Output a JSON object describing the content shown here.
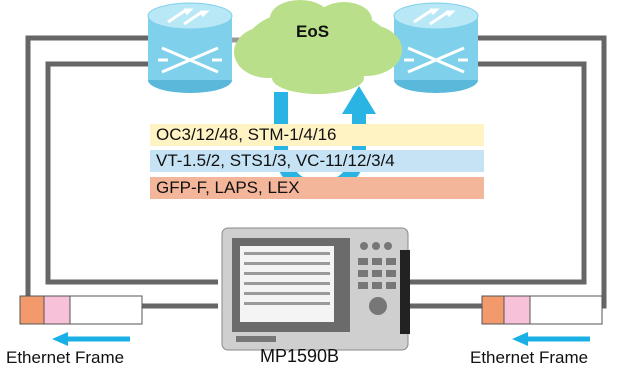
{
  "cloud_label": "EoS",
  "protocol_bands": [
    {
      "text": "OC3/12/48, STM-1/4/16",
      "color": "#fff3c4"
    },
    {
      "text": "VT-1.5/2, STS1/3, VC-11/12/3/4",
      "color": "#c6e2f5"
    },
    {
      "text": "GFP-F, LAPS, LEX",
      "color": "#f4b69a"
    }
  ],
  "instrument_label": "MP1590B",
  "frame_left_label": "Ethernet Frame",
  "frame_right_label": "Ethernet Frame",
  "colors": {
    "router": "#7fd0ea",
    "cloud": "#b9df8a",
    "loop_arrow": "#2ab4e3",
    "frame_orange": "#f29a6b",
    "frame_pink": "#f6c1d9",
    "frame_arrow": "#19b0e6",
    "line_dark": "#595959"
  }
}
